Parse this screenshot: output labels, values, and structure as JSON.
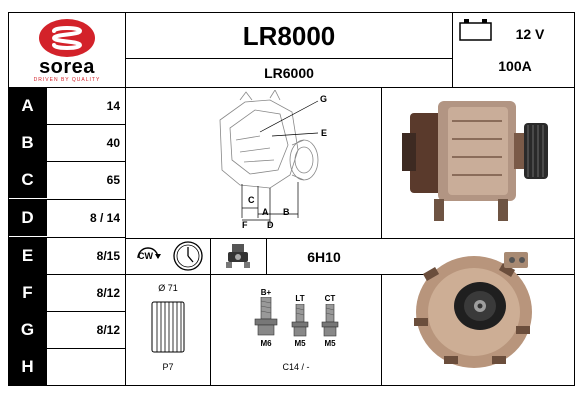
{
  "brand": {
    "name": "sorea",
    "tagline": "DRIVEN BY QUALITY",
    "color": "#d3222a"
  },
  "header": {
    "model": "LR8000",
    "sub_model": "LR6000",
    "voltage": "12 V",
    "amperage": "100A"
  },
  "specs": [
    {
      "letter": "A",
      "value": "14"
    },
    {
      "letter": "B",
      "value": "40"
    },
    {
      "letter": "C",
      "value": "65"
    },
    {
      "letter": "D",
      "value": "8 / 14"
    },
    {
      "letter": "E",
      "value": "8/15"
    },
    {
      "letter": "F",
      "value": "8/12"
    },
    {
      "letter": "G",
      "value": "8/12"
    },
    {
      "letter": "H",
      "value": ""
    }
  ],
  "diagram": {
    "labels": {
      "g": "G",
      "e": "E",
      "c": "C",
      "a": "A",
      "b": "B",
      "f": "F",
      "d": "D"
    }
  },
  "features": {
    "rotation": "CW",
    "clock": "6H10"
  },
  "pulley": {
    "diameter": "Ø 71",
    "type": "P7"
  },
  "bolts": [
    {
      "top": "B+",
      "bottom": "M6"
    },
    {
      "top": "LT",
      "bottom": "M5"
    },
    {
      "top": "CT",
      "bottom": "M5"
    }
  ],
  "connector": "C14 / -"
}
